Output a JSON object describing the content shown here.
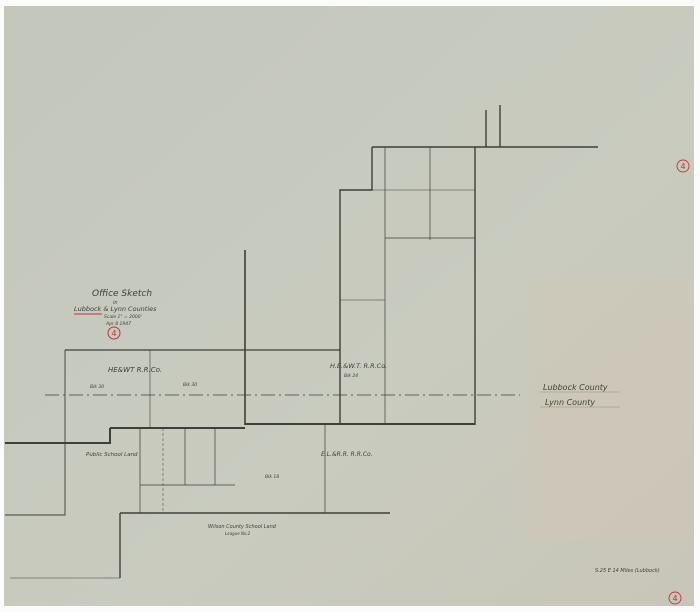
{
  "title_block": {
    "title": "Office Sketch",
    "in": "in",
    "counties": "Lubbock & Lynn Counties",
    "scale": "Scale 1\" = 2000'",
    "date": "Apr 8 1947",
    "sketch_number": "4"
  },
  "labels": {
    "hewt_rr_west": "HE&WT R.R.Co.",
    "blk30_a": "Blk 30",
    "blk30_b": "Blk 30",
    "hewt_rr_east": "H.E.&W.T. R.R.Co.",
    "blk24": "Blk 24",
    "public_school": "Public School Land",
    "elrr": "E.L.&R.R. R.R.Co.",
    "blk18": "Blk 18",
    "wilson": "Wilson County School Land",
    "league": "League No.2",
    "lubbock_county": "Lubbock County",
    "lynn_county": "Lynn County",
    "direction": "S.25 E 14 Miles (Lubbock)",
    "corner_number_right": "4",
    "corner_number_bottom": "4"
  },
  "colors": {
    "paper": "#c8cbbf",
    "ink": "#3d3f3a",
    "red_ink": "#c0323a"
  }
}
